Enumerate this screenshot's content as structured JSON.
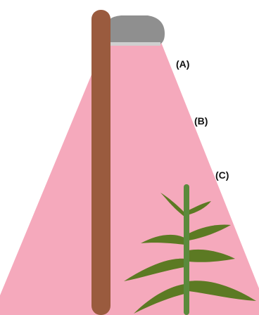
{
  "labels": {
    "a": "(A)",
    "b": "(B)",
    "c": "(C)"
  },
  "colors": {
    "background": "#ffffff",
    "light_beam": "#f5a9bc",
    "lamp_head": "#8f8f8f",
    "lamp_rim": "#cfcfcf",
    "pole": "#9a5b3e",
    "stem": "#5a8a3c",
    "leaf": "#5c7a23",
    "label_text": "#111111"
  },
  "icons": {
    "lamp": "lamp-head-icon",
    "plant": "plant-icon"
  }
}
